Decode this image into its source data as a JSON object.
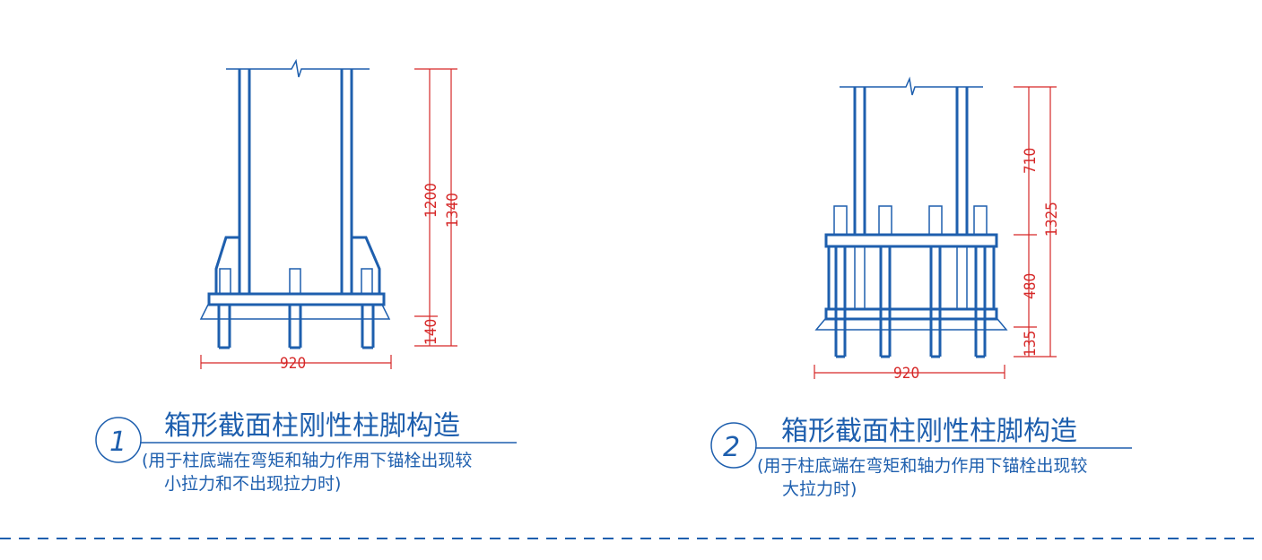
{
  "detail1": {
    "number": "1",
    "title": "箱形截面柱刚性柱脚构造",
    "note_line1": "(用于柱底端在弯矩和轴力作用下锚栓出现较",
    "note_line2": "小拉力和不出现拉力时)",
    "dims": {
      "top": "1200",
      "total": "1340",
      "bottom": "140",
      "width": "920"
    }
  },
  "detail2": {
    "number": "2",
    "title": "箱形截面柱刚性柱脚构造",
    "note_line1": "(用于柱底端在弯矩和轴力作用下锚栓出现较",
    "note_line2": "大拉力时)",
    "dims": {
      "top": "710",
      "total": "1325",
      "mid": "480",
      "bottom": "135",
      "width": "920"
    }
  },
  "colors": {
    "drawing": "#1e5fae",
    "dimension": "#d62828"
  }
}
